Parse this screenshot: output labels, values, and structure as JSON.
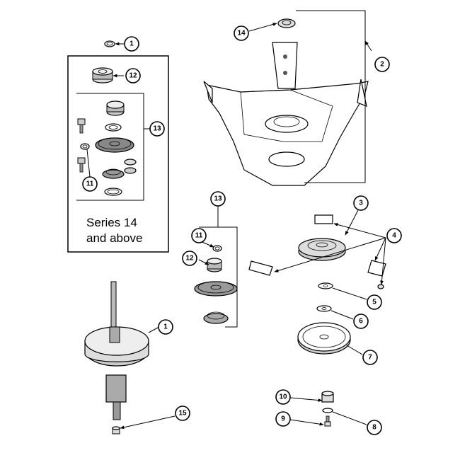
{
  "callouts": {
    "c1_top": "1",
    "c12_top": "12",
    "c13_top": "13",
    "c11_top": "11",
    "c14": "14",
    "c2": "2",
    "c13_mid": "13",
    "c11_mid": "11",
    "c12_mid": "12",
    "c3": "3",
    "c4": "4",
    "c5": "5",
    "c6": "6",
    "c7": "7",
    "c1_bottom": "1",
    "c15": "15",
    "c10": "10",
    "c8": "8",
    "c9": "9"
  },
  "series_note": {
    "line1": "Series 14",
    "line2": "and above"
  }
}
